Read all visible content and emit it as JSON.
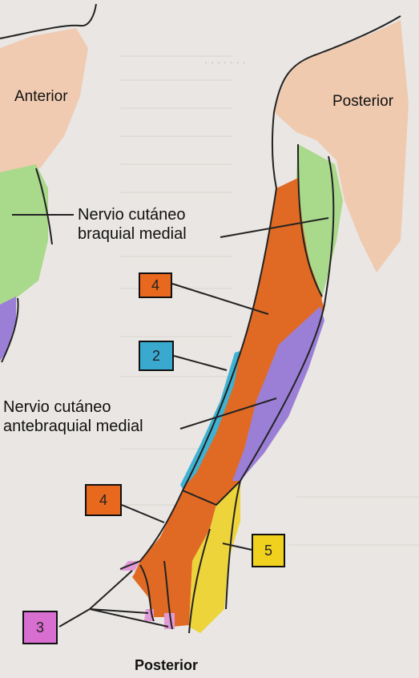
{
  "views": {
    "anterior": "Anterior",
    "posterior": "Posterior",
    "bottom": "Posterior"
  },
  "nerves": {
    "medial_brachial": {
      "line1": "Nervio cutáneo",
      "line2": "braquial medial"
    },
    "medial_antebrachial": {
      "line1": "Nervio cutáneo",
      "line2": "antebraquial medial"
    }
  },
  "markers": [
    {
      "id": "upper-4",
      "text": "4",
      "color": "#e8681e"
    },
    {
      "id": "upper-2",
      "text": "2",
      "color": "#3aa9d0"
    },
    {
      "id": "hand-4",
      "text": "4",
      "color": "#e8681e"
    },
    {
      "id": "hand-5",
      "text": "5",
      "color": "#f0d21e"
    },
    {
      "id": "hand-3",
      "text": "3",
      "color": "#d86fd0"
    }
  ],
  "region_colors": {
    "skin": "#f1c6a8",
    "green": "#a9d98a",
    "orange": "#e06a24",
    "purple": "#9b7fd6",
    "cyan": "#3fb2d3",
    "yellow": "#ecd43a",
    "pink": "#e19ad6"
  }
}
